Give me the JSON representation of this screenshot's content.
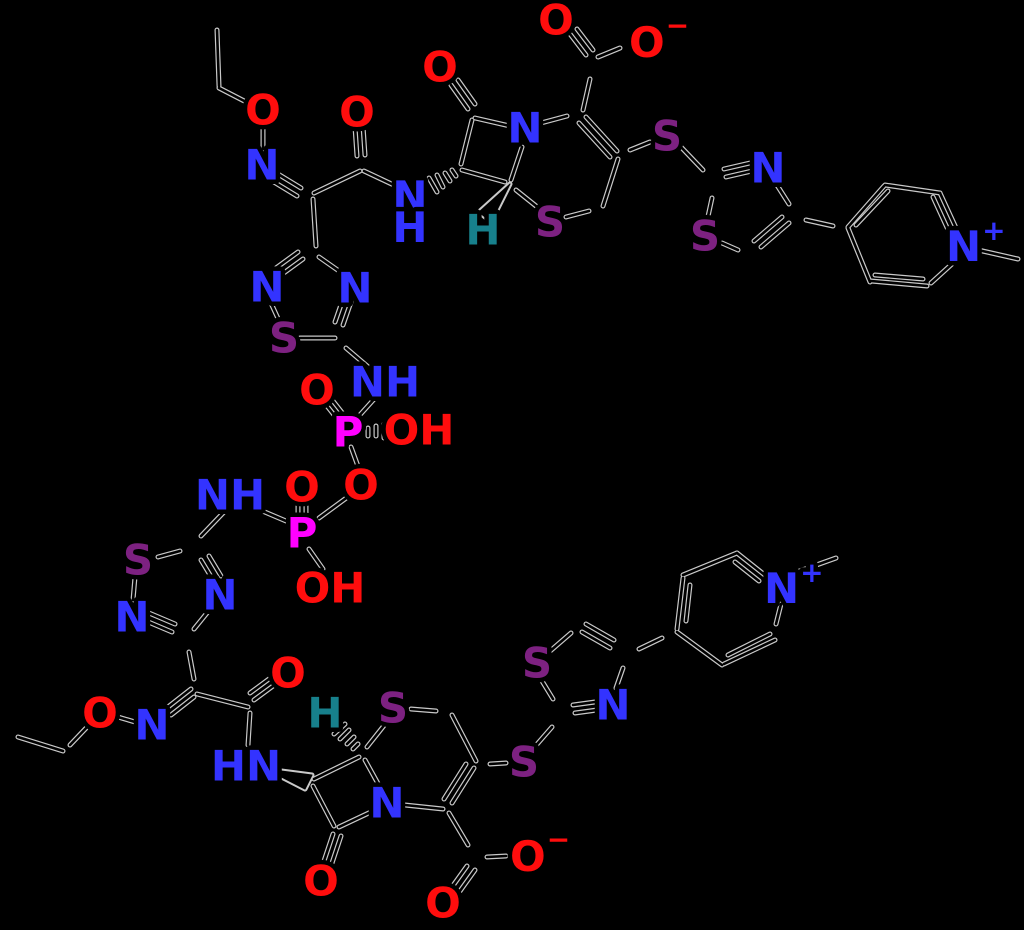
{
  "colors": {
    "background": "#000000",
    "bond": "#000000",
    "bond_halo": "#c9c9c9",
    "oxygen": "#ff0d0d",
    "nitrogen": "#3333ff",
    "sulfur": "#7d2181",
    "phosphorus": "#ff00ff",
    "hydrogen": "#17808c"
  },
  "labels": {
    "O": "O",
    "N": "N",
    "S": "S",
    "P": "P",
    "H": "H",
    "NH": "NH",
    "HN": "HN",
    "OH": "OH",
    "minus": "−",
    "plus": "+"
  }
}
